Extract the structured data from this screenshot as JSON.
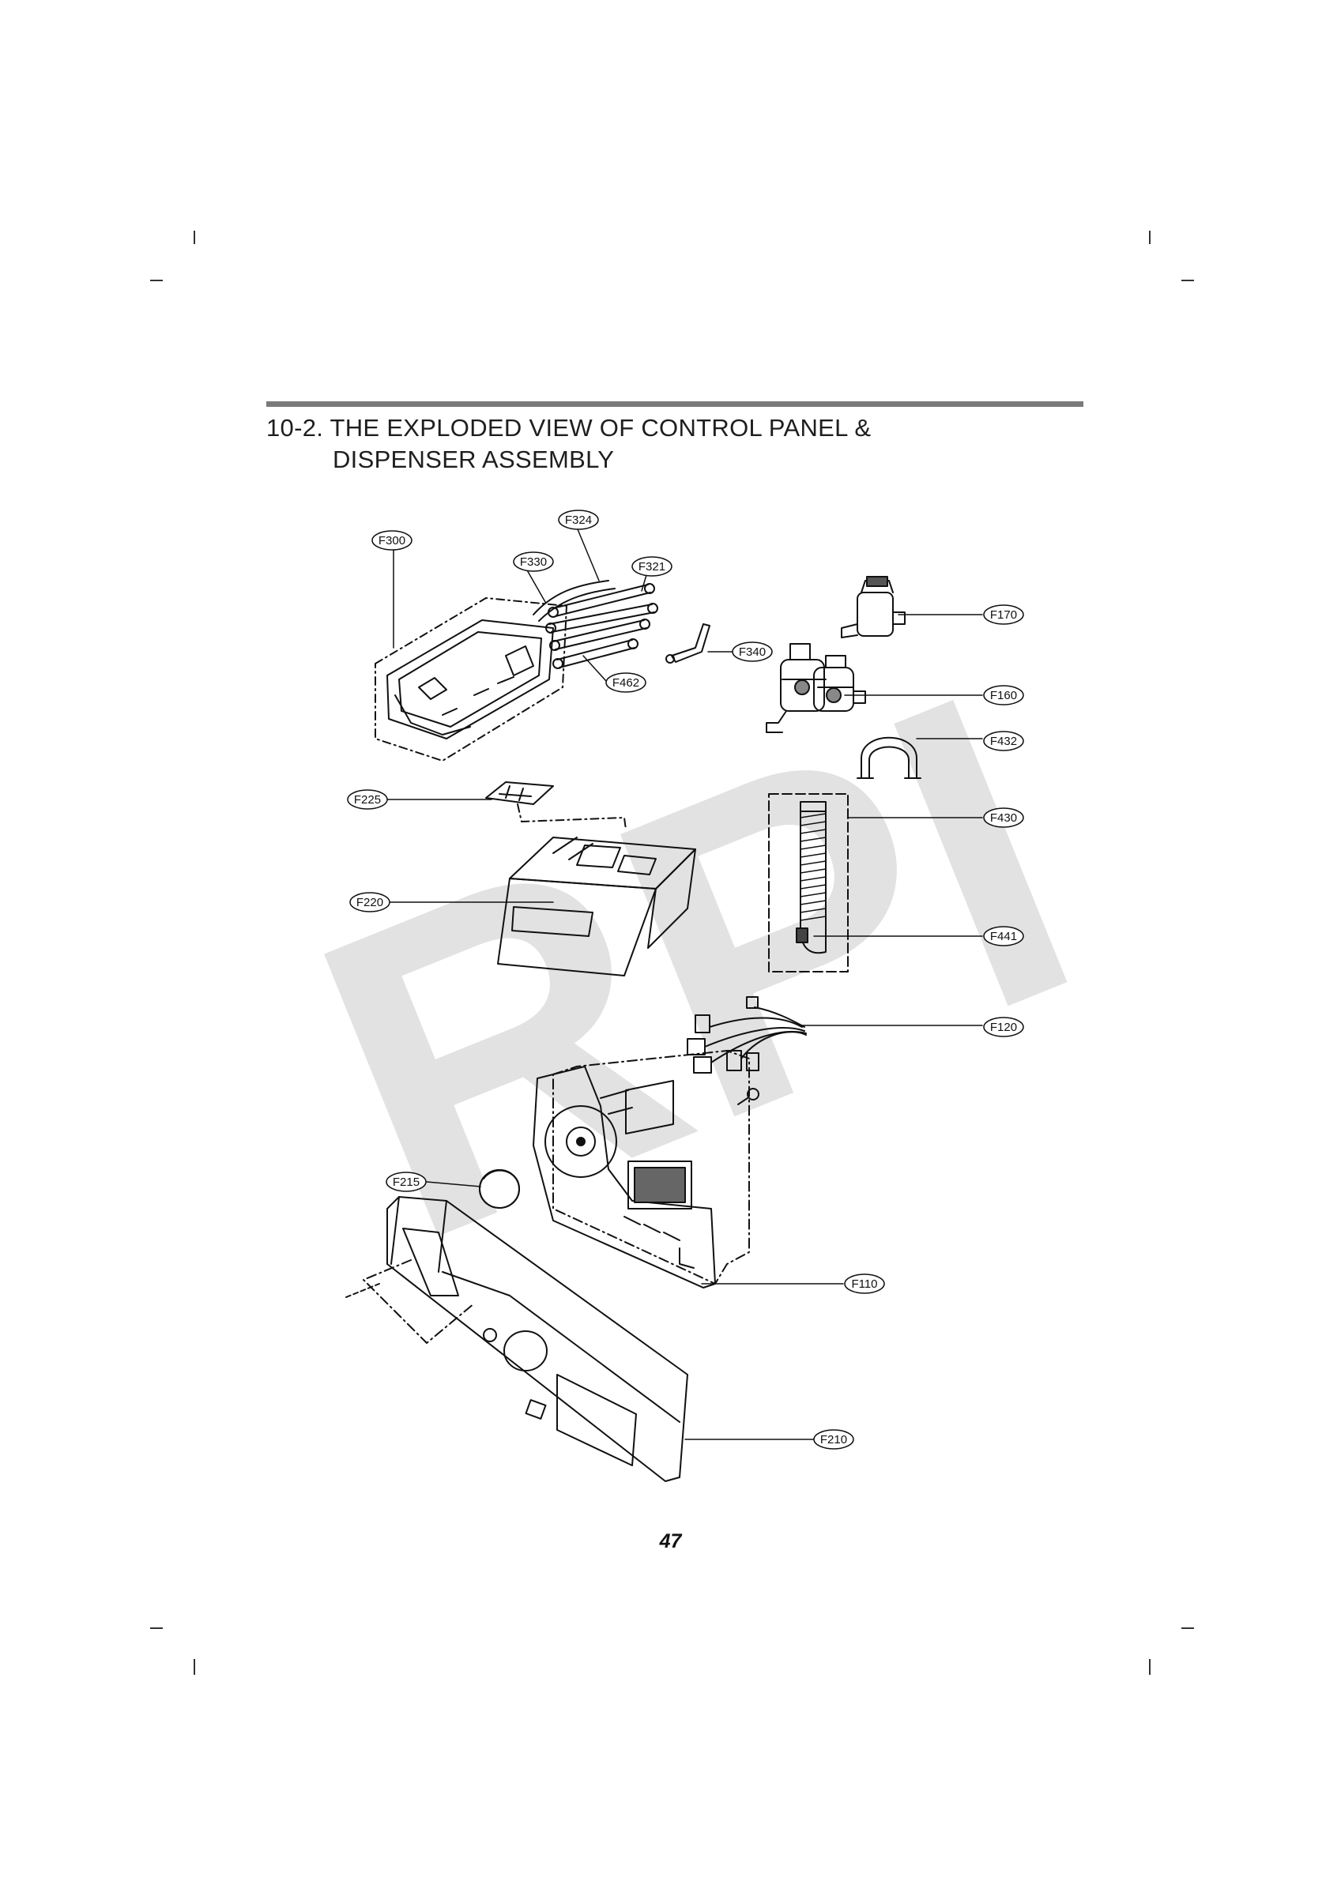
{
  "title": {
    "line1": "10-2. THE EXPLODED VIEW OF CONTROL PANEL &",
    "line2": "DISPENSER ASSEMBLY"
  },
  "watermark": {
    "text": "RPI",
    "color": "#e2e2e2"
  },
  "page_number": "47",
  "colors": {
    "line": "#111111",
    "rule": "#7a7a7a"
  },
  "callouts": {
    "F300": "F300",
    "F324": "F324",
    "F330": "F330",
    "F321": "F321",
    "F170": "F170",
    "F340": "F340",
    "F462": "F462",
    "F160": "F160",
    "F432": "F432",
    "F225": "F225",
    "F430": "F430",
    "F220": "F220",
    "F441": "F441",
    "F120": "F120",
    "F215": "F215",
    "F110": "F110",
    "F210": "F210"
  }
}
